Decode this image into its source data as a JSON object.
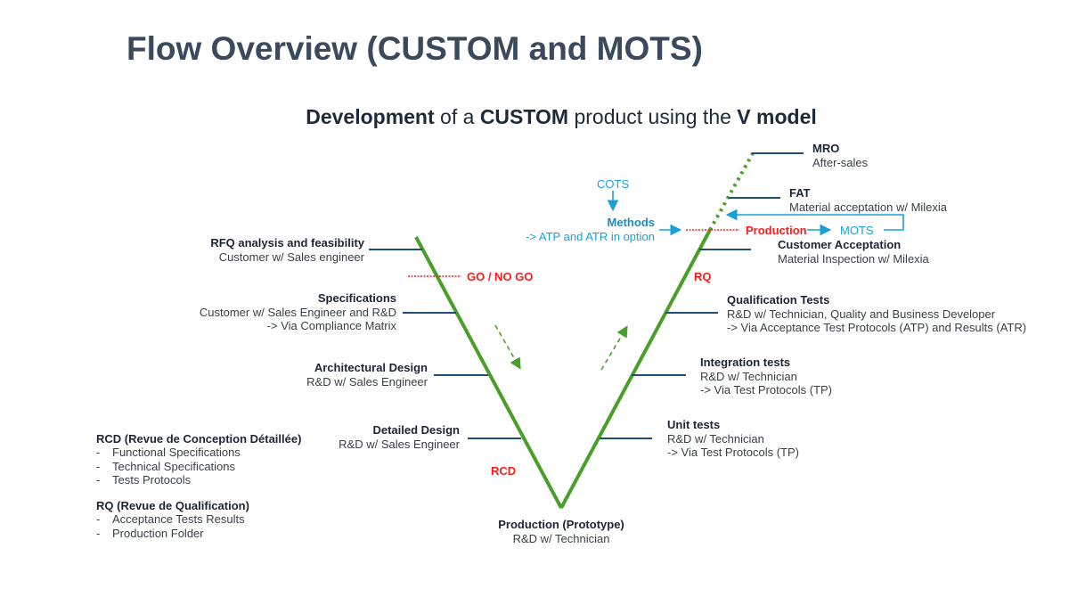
{
  "title": "Flow Overview (CUSTOM and MOTS)",
  "subtitle": {
    "part1_bold": "Development",
    "part2": " of a ",
    "part3_bold": "CUSTOM",
    "part4": " product using the ",
    "part5_bold": "V model"
  },
  "left_branch": [
    {
      "title": "RFQ analysis and feasibility",
      "lines": [
        "Customer w/ Sales engineer"
      ]
    },
    {
      "title": "Specifications",
      "lines": [
        "Customer w/ Sales Engineer and R&D",
        "-> Via Compliance Matrix"
      ]
    },
    {
      "title": "Architectural Design",
      "lines": [
        "R&D w/ Sales Engineer"
      ]
    },
    {
      "title": "Detailed Design",
      "lines": [
        "R&D w/ Sales Engineer"
      ]
    }
  ],
  "bottom": {
    "title": "Production (Prototype)",
    "lines": [
      "R&D w/ Technician"
    ]
  },
  "right_branch": [
    {
      "title": "Unit tests",
      "lines": [
        "R&D w/ Technician",
        "-> Via Test Protocols (TP)"
      ]
    },
    {
      "title": "Integration tests",
      "lines": [
        "R&D w/ Technician",
        "-> Via Test Protocols (TP)"
      ]
    },
    {
      "title": "Qualification Tests",
      "lines": [
        "R&D w/ Technician, Quality and Business Developer",
        "-> Via Acceptance Test Protocols (ATP) and Results (ATR)"
      ]
    },
    {
      "title": "Customer Acceptation",
      "lines": [
        "Material Inspection w/ Milexia"
      ]
    },
    {
      "title": "FAT",
      "lines": [
        "Material acceptation w/ Milexia"
      ]
    },
    {
      "title": "MRO",
      "lines": [
        "After-sales"
      ]
    }
  ],
  "gates": {
    "go_no_go": "GO / NO GO",
    "rcd": "RCD",
    "rq": "RQ",
    "production": "Production"
  },
  "mots_flow": {
    "cots": "COTS",
    "methods": "Methods",
    "methods_note": "-> ATP and ATR in option",
    "mots": "MOTS"
  },
  "legend": {
    "rcd": {
      "title": "RCD (Revue de Conception Détaillée)",
      "items": [
        "Functional Specifications",
        "Technical Specifications",
        "Tests Protocols"
      ]
    },
    "rq": {
      "title": "RQ (Revue de Qualification)",
      "items": [
        "Acceptance Tests Results",
        "Production Folder"
      ]
    }
  },
  "colors": {
    "v_line": "#4a9e2a",
    "connector": "#1f4e79",
    "gate": "#ff1a1a",
    "mots_flow": "#1aa0d8",
    "title": "#3a4a5c"
  }
}
